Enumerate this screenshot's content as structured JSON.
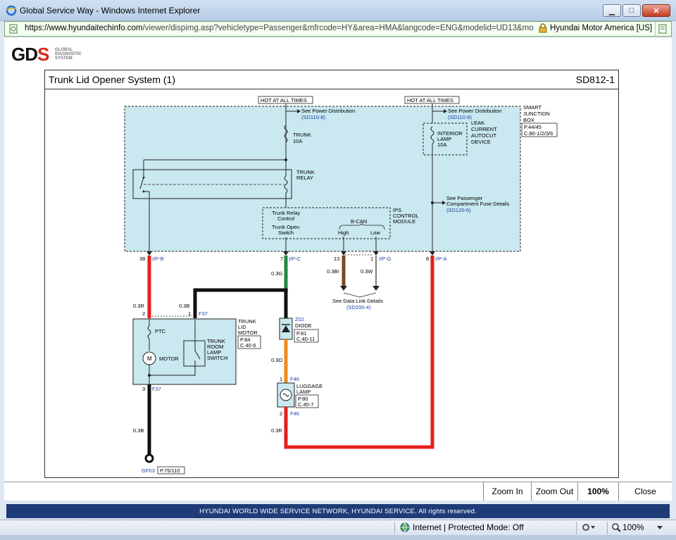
{
  "window": {
    "title": "Global Service Way - Windows Internet Explorer",
    "minimize": "▁",
    "maximize": "□",
    "close": "✕"
  },
  "address": {
    "url_host": "https://www.hyundaitechinfo.com",
    "url_rest": "/viewer/dispimg.asp?vehicletype=Passenger&mfrcode=HY&area=HMA&langcode=ENG&modelid=UD13&mo",
    "cert_text": "Hyundai Motor America [US]"
  },
  "app": {
    "logo_text_g": "G",
    "logo_text_d": "D",
    "logo_text_s": "S",
    "logo_tagline": "GLOBAL DIAGNOSTIC SYSTEM"
  },
  "diagram": {
    "title": "Trunk Lid Opener System (1)",
    "code": "SD812-1",
    "labels": {
      "hot1": "HOT AT ALL TIMES",
      "hot2": "HOT AT ALL TIMES",
      "see_power1": "See Power Distribution",
      "see_power1_ref": "(SD110-8)",
      "see_power2": "See Power Distribution",
      "see_power2_ref": "(SD110-8)",
      "smart_junction": "SMART",
      "smart_junction2": "JUNCTION",
      "smart_junction3": "BOX",
      "sjb_ref1": "P.44/45",
      "sjb_ref2": "C.80-1/2/3/6",
      "trunk_fuse": "TRUNK",
      "trunk_fuse_amp": "10A",
      "leak1": "LEAK",
      "leak2": "CURRENT",
      "leak3": "AUTOCUT",
      "leak4": "DEVICE",
      "int_lamp1": "INTERIOR",
      "int_lamp2": "LAMP",
      "int_lamp3": "10A",
      "trunk_relay1": "TRUNK",
      "trunk_relay2": "RELAY",
      "see_pass1": "See Passenger",
      "see_pass2": "Compartment Fuse Details",
      "see_pass_ref": "(SD120-6)",
      "ips1": "IPS",
      "ips2": "CONTROL",
      "ips3": "MODULE",
      "trc1": "Trunk Relay",
      "trc2": "Control",
      "tos1": "Trunk Open",
      "tos2": "Switch",
      "bcan": "B-CAN",
      "high": "High",
      "low": "Low",
      "pin38": "38",
      "conn_ipb": "I/P-B",
      "pin7": "7",
      "conn_ipc": "I/P-C",
      "pin13": "13",
      "pin1": "1",
      "conn_ipg": "I/P-G",
      "pin8": "8",
      "conn_ipa": "I/P-A",
      "w_03g": "0.3G",
      "w_03br": "0.3Br",
      "w_03w": "0.3W",
      "see_dl1": "See Data Link Details",
      "see_dl_ref": "(SD200-4)",
      "w_03r_left": "0.3R",
      "w_03b_mid": "0.3B",
      "pin2_motor": "2",
      "pin1_motor": "1",
      "conn_f37_top": "F37",
      "tlm1": "TRUNK",
      "tlm2": "LID",
      "tlm3": "MOTOR",
      "tlm_ref1": "P.84",
      "tlm_ref2": "C.40-6",
      "ptc": "PTC",
      "motor": "MOTOR",
      "m": "M",
      "trs1": "TRUNK",
      "trs2": "ROOM",
      "trs3": "LAMP",
      "trs4": "SWITCH",
      "pin3": "3",
      "conn_f37_bot": "F37",
      "w_03b_bot": "0.3B",
      "gf03": "GF03",
      "gf03_ref": "P.75/110",
      "z02": "Z02",
      "diode": "DIODE",
      "diode_ref1": "P.81",
      "diode_ref2": "C.40-11",
      "w_03o": "0.3O",
      "pin1_lamp": "1",
      "conn_f46_top": "F46",
      "lug1": "LUGGAGE",
      "lug2": "LAMP",
      "lug_ref1": "P.80",
      "lug_ref2": "C.40-7",
      "pin2_lamp": "2",
      "conn_f46_bot": "F46",
      "w_03r_bot": "0.3R"
    }
  },
  "toolbar": {
    "zoom_in": "Zoom In",
    "zoom_out": "Zoom Out",
    "zoom_level": "100%",
    "close": "Close"
  },
  "footer": {
    "text": "HYUNDAI WORLD WIDE SERVICE NETWORK, HYUNDAI SERVICE. All rights reserved."
  },
  "status": {
    "zone": "Internet | Protected Mode: Off",
    "zoom": "100%"
  },
  "colors": {
    "sjb_fill": "#c9e8ef",
    "wire_red": "#e3201b",
    "wire_green": "#1f8a3b",
    "wire_black": "#111111",
    "wire_brown": "#7a4a23",
    "wire_orange": "#f08a1c",
    "ref_blue": "#1c3fa8"
  }
}
